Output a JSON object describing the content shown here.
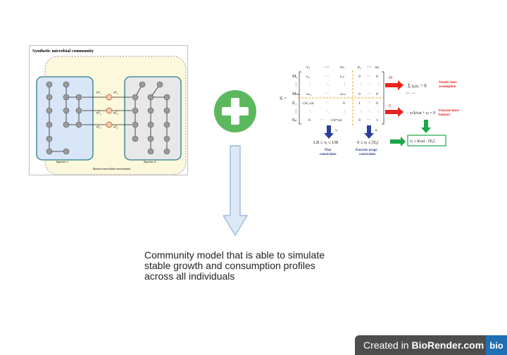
{
  "community_panel": {
    "title": "Synthetic microbial community",
    "species1_label": "Species 1",
    "species2_label": "Species 2",
    "shared_env_label": "Shared extracellular environment",
    "flux_labels": [
      "v¹₁",
      "v²₁",
      "v¹₂",
      "v²₂",
      "v¹₃",
      "v²₃"
    ]
  },
  "plus_icon": {
    "color": "#5cb85c",
    "name": "plus-icon"
  },
  "down_arrow": {
    "fill": "#dde9f7",
    "stroke": "#8eaed4",
    "name": "down-arrow-icon"
  },
  "matrix": {
    "col_headers": [
      "v₁",
      "⋯",
      "vₙ",
      "e₁",
      "⋯",
      "eₚ"
    ],
    "row_labels": [
      "M₁",
      "⋮",
      "Mₘ",
      "E₁",
      "⋮",
      "Eₚ"
    ],
    "s_label": "S =",
    "cells": {
      "r1": [
        "s₁₁",
        "⋯",
        "s₁ₙ",
        "0",
        "⋯",
        "0"
      ],
      "r2": [
        "⋮",
        "⋱",
        "⋮",
        "⋮",
        "⋱",
        "⋮"
      ],
      "r3": [
        "sₘ₁",
        "⋯",
        "sₘₙ",
        "0",
        "⋯",
        "0"
      ],
      "r4": [
        "−1/k¹₁cat",
        "⋯",
        "0",
        "1",
        "⋯",
        "0"
      ],
      "r5": [
        "⋮",
        "⋱",
        "⋮",
        "⋮",
        "⋱",
        "⋮"
      ],
      "r6": [
        "0",
        "⋯",
        "−1/kᵖⁿcat",
        "0",
        "⋯",
        "1"
      ]
    },
    "arrow_m_label": "M",
    "arrow_e_label": "E",
    "steady_state_eq": "Σ sᵢⱼvⱼ = 0",
    "sum_limits": "j=1 … n",
    "steady_state_label": "Steady state assumption",
    "enzyme_eq": "− vⱼ/kʲcat + eⱼ = 0",
    "enzyme_label": "Enzyme mass balance",
    "flux_constraint_eq": "LB ≤ vⱼ ≤ UB",
    "flux_constraint_label": "Flux constraints",
    "enzyme_constraint_eq": "0 ≤ eⱼ ≤ [Eⱼ]",
    "enzyme_constraint_label": "Enzyme usage constraints",
    "combined_eq": "vⱼ ≤ kʲcat · [Eⱼ]",
    "arrow_vj_label": "vⱼ",
    "arrow_ej_label": "eⱼ",
    "colors": {
      "red": "#e8231e",
      "blue": "#2c3e9a",
      "green": "#1aa64a",
      "orange": "#f0a030"
    }
  },
  "caption": {
    "line1": "Community model that is able to simulate",
    "line2": "stable growth and consumption profiles",
    "line3": "across all individuals"
  },
  "watermark": {
    "prefix": "Created in ",
    "brand": "BioRender.com",
    "logo": "bio"
  }
}
